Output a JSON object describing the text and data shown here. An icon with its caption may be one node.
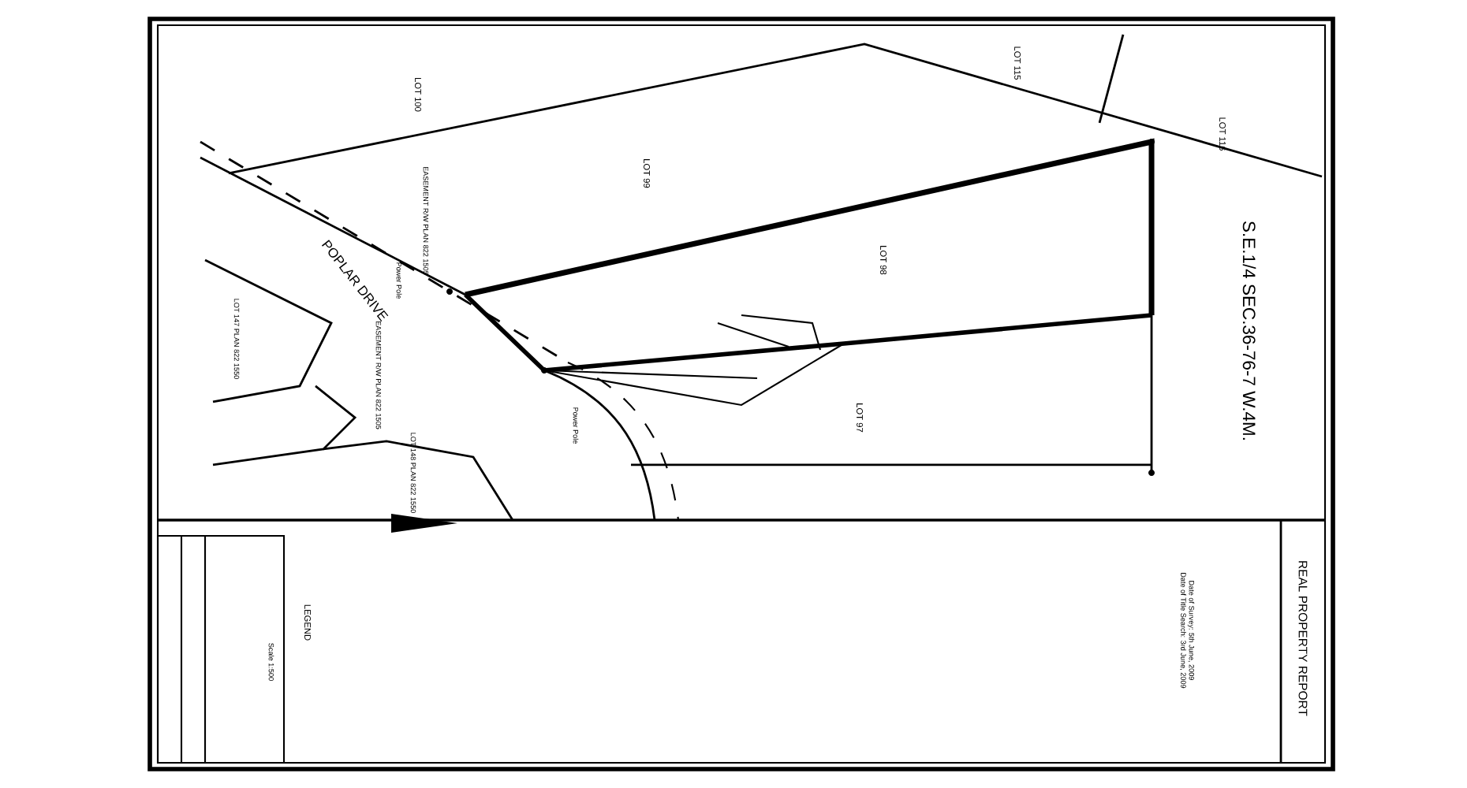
{
  "diagram": {
    "title": "REAL PROPERTY REPORT",
    "labels": [
      "S.E.1/4 SEC.36-76-7 W.4M.",
      "LOT 100",
      "LOT 99",
      "LOT 115",
      "LOT 116",
      "LOT 98",
      "LOT 97",
      "POPLAR DRIVE",
      "EASEMENT R/W PLAN 822 1505",
      "EASEMENT R/W PLAN 822 1505",
      "LOT 147 PLAN 822 1550",
      "LOT 148 PLAN 822 1550",
      "Power Pole",
      "Power Pole",
      "Date of Survey: 5th June, 2009",
      "Date of Title Search: 3rd June, 2009",
      "LEGEND",
      "Scale 1:500"
    ]
  }
}
